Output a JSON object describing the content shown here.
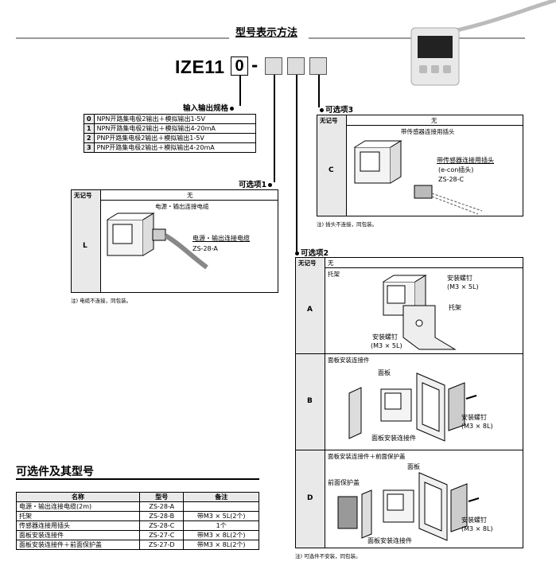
{
  "header": {
    "title": "型号表示方法"
  },
  "model": {
    "prefix": "IZE11",
    "code": "0",
    "dash": "-"
  },
  "io_spec": {
    "label": "输入输出规格",
    "rows": [
      {
        "code": "0",
        "text": "NPN开路集电极2输出＋模拟输出1-5V"
      },
      {
        "code": "1",
        "text": "NPN开路集电极2输出＋模拟输出4-20mA"
      },
      {
        "code": "2",
        "text": "PNP开路集电极2输出＋模拟输出1-5V"
      },
      {
        "code": "3",
        "text": "PNP开路集电极2输出＋模拟输出4-20mA"
      }
    ]
  },
  "option1": {
    "label": "可选项1",
    "header_left": "无记号",
    "header_right": "无",
    "code": "L",
    "desc": "电源・输出连接电缆",
    "part_label": "电源・输出连接电缆",
    "part_no": "ZS-28-A",
    "note": "注) 电缆不连接，同包装。"
  },
  "option3": {
    "label": "可选项3",
    "header_left": "无记号",
    "header_right": "无",
    "code": "C",
    "desc": "带传感器连接用插头",
    "part_label1": "带传感器连接用插头",
    "part_label2": "(e-con插头)",
    "part_no": "ZS-28-C",
    "note": "注) 插头不连接，同包装。"
  },
  "option2": {
    "label": "可选项2",
    "header_left": "无记号",
    "header_right": "无",
    "rows": [
      {
        "code": "A",
        "desc": "托架",
        "tags": [
          "安装螺钉",
          "(M3 × 5L)",
          "托架",
          "安装螺钉",
          "(M3 × 5L)"
        ]
      },
      {
        "code": "B",
        "desc": "面板安装连接件",
        "tags": [
          "面板",
          "安装螺钉",
          "(M3 × 8L)",
          "面板安装连接件"
        ]
      },
      {
        "code": "D",
        "desc": "面板安装连接件＋前面保护盖",
        "tags": [
          "面板",
          "前面保护盖",
          "安装螺钉",
          "(M3 × 8L)",
          "面板安装连接件"
        ]
      }
    ],
    "note": "注) 可选件不安装，同包装。"
  },
  "options_table": {
    "title": "可选件及其型号",
    "headers": [
      "名称",
      "型号",
      "备注"
    ],
    "rows": [
      [
        "电源・输出连接电缆(2m)",
        "ZS-28-A",
        ""
      ],
      [
        "托架",
        "ZS-28-B",
        "带M3 × 5L(2个)"
      ],
      [
        "传感器连接用插头",
        "ZS-28-C",
        "1个"
      ],
      [
        "面板安装连接件",
        "ZS-27-C",
        "带M3 × 8L(2个)"
      ],
      [
        "面板安装连接件＋前面保护盖",
        "ZS-27-D",
        "带M3 × 8L(2个)"
      ]
    ]
  }
}
